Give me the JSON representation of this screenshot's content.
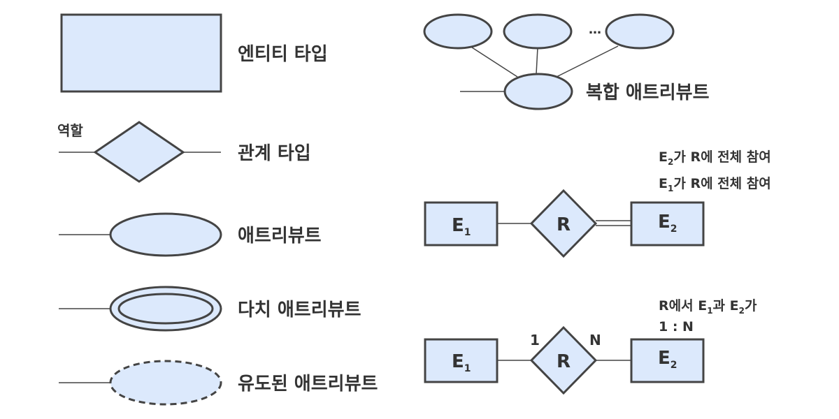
{
  "colors": {
    "fill": "#dce9fc",
    "stroke": "#444444",
    "text": "#333333"
  },
  "legend": {
    "entity_type": "엔티티 타입",
    "role": "역할",
    "relationship_type": "관계 타입",
    "attribute": "애트리뷰트",
    "multivalued_attribute": "다치 애트리뷰트",
    "derived_attribute": "유도된 애트리뷰트",
    "composite_attribute": "복합 애트리뷰트",
    "ellipsis": "…"
  },
  "participation_example": {
    "entity1": {
      "letter": "E",
      "sub": "1"
    },
    "relation": "R",
    "entity2": {
      "letter": "E",
      "sub": "2"
    },
    "note_line1": {
      "e": "E",
      "sub": "2",
      "rest": "가 R에 전체 참여"
    },
    "note_line2": {
      "e": "E",
      "sub": "1",
      "rest": "가 R에 전체 참여"
    }
  },
  "cardinality_example": {
    "entity1": {
      "letter": "E",
      "sub": "1"
    },
    "relation": "R",
    "entity2": {
      "letter": "E",
      "sub": "2"
    },
    "left_card": "1",
    "right_card": "N",
    "note_line1": {
      "prefix": "R에서 E",
      "sub1": "1",
      "middle": "과 E",
      "sub2": "2",
      "suffix": "가"
    },
    "note_line2": "1 : N"
  }
}
